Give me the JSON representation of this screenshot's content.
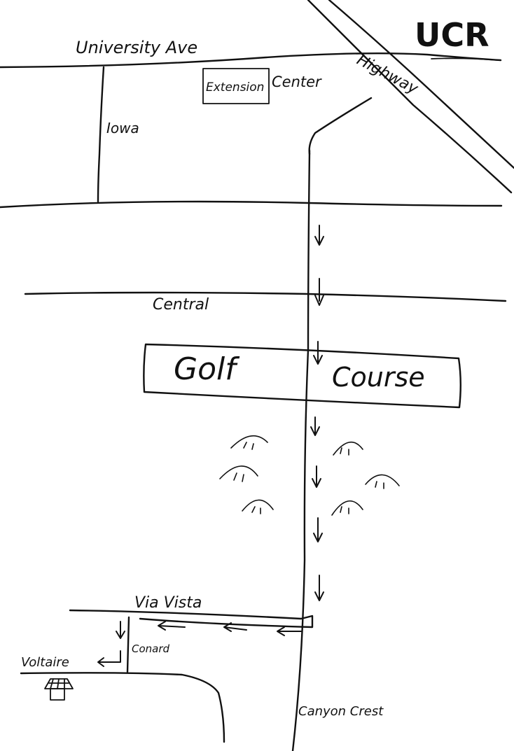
{
  "map": {
    "corner_label": "UCR",
    "landmarks": {
      "extension_box": "Extension",
      "extension_center": "Center",
      "golf_left": "Golf",
      "golf_right": "Course"
    },
    "streets": {
      "university_ave": "University Ave",
      "highway": "Highway",
      "iowa": "Iowa",
      "central": "Central",
      "via_vista": "Via Vista",
      "conard": "Conard",
      "voltaire": "Voltaire",
      "canyon_crest": "Canyon Crest"
    },
    "icons": [
      "down-arrow-icon",
      "left-arrow-icon",
      "hill-icon",
      "house-icon"
    ]
  }
}
